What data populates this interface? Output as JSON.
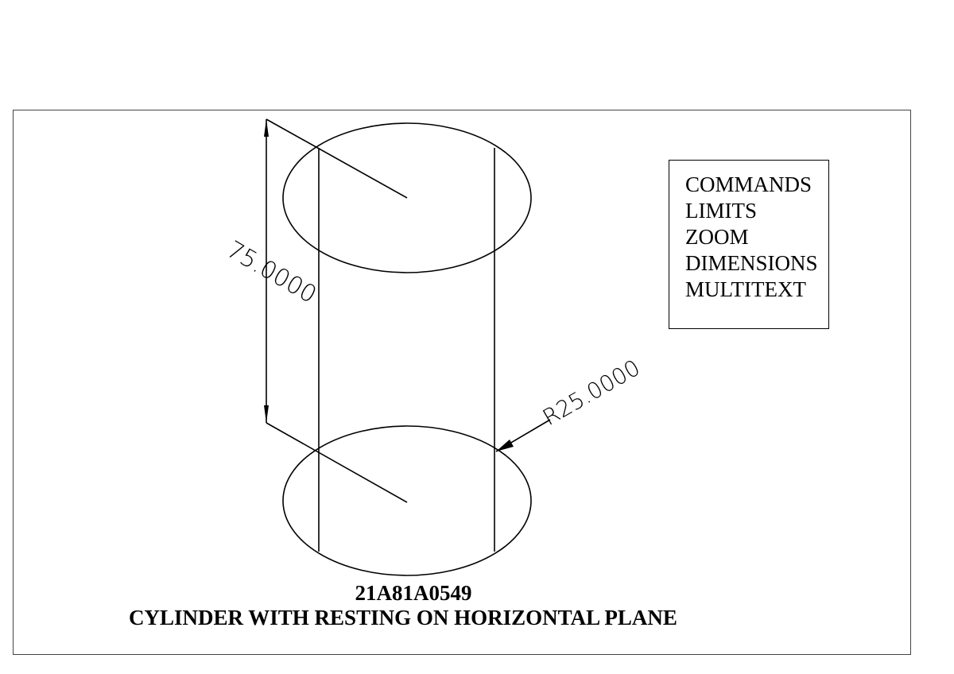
{
  "drawing": {
    "commands_box": {
      "lines": [
        "COMMANDS",
        "LIMITS",
        "ZOOM",
        "DIMENSIONS",
        "MULTITEXT"
      ]
    },
    "dimensions": {
      "height_label": "75.0000",
      "radius_label": "R25.0000"
    },
    "caption": {
      "id": "21A81A0549",
      "title": "CYLINDER WITH RESTING ON HORIZONTAL PLANE"
    }
  }
}
